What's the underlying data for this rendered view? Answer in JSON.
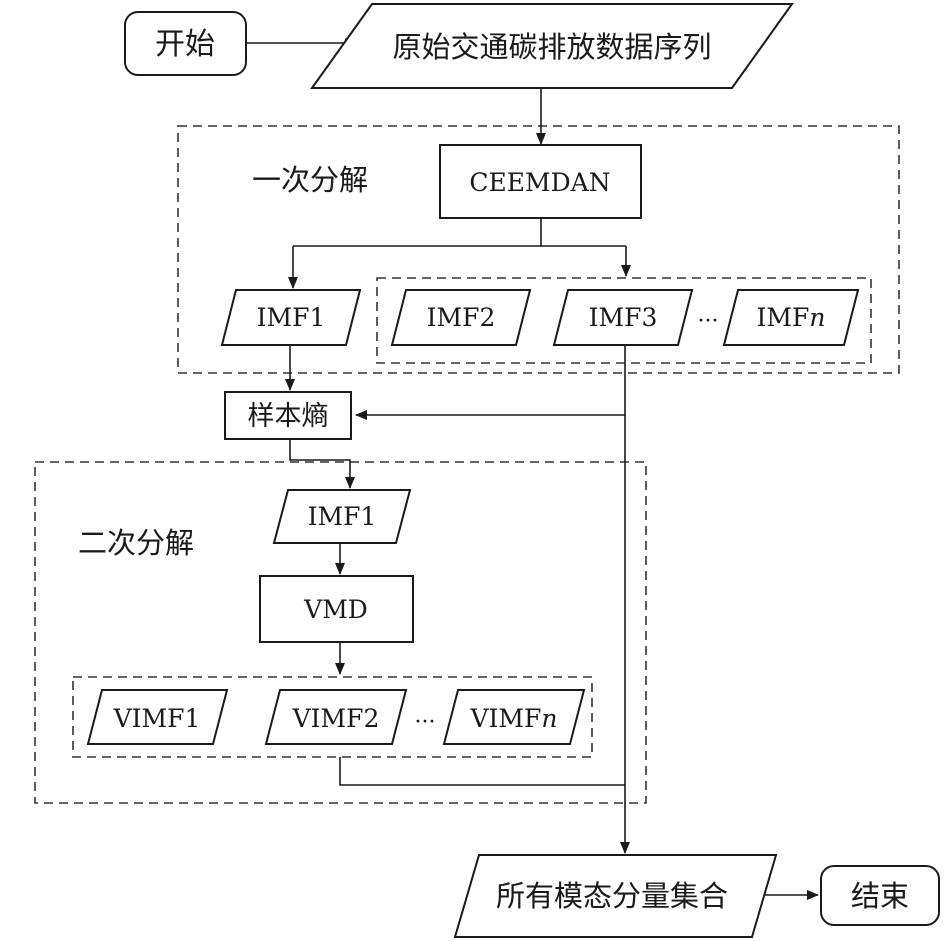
{
  "nodes": {
    "start": "开始",
    "source_data": "原始交通碳排放数据序列",
    "ceemdan": "CEEMDAN",
    "imf1": "IMF1",
    "imf2": "IMF2",
    "imf3": "IMF3",
    "imfn_prefix": "IMF",
    "imfn_suffix": "n",
    "sample_entropy": "样本熵",
    "imf1_second": "IMF1",
    "vmd": "VMD",
    "vimf1": "VIMF1",
    "vimf2": "VIMF2",
    "vimfn_prefix": "VIMF",
    "vimfn_suffix": "n",
    "all_components": "所有模态分量集合",
    "end": "结束"
  },
  "groups": {
    "first_decomposition": "一次分解",
    "second_decomposition": "二次分解"
  },
  "ellipsis": "···",
  "colors": {
    "stroke": "#1a1a1a",
    "dashed_border": "#333333",
    "background": "#ffffff"
  }
}
